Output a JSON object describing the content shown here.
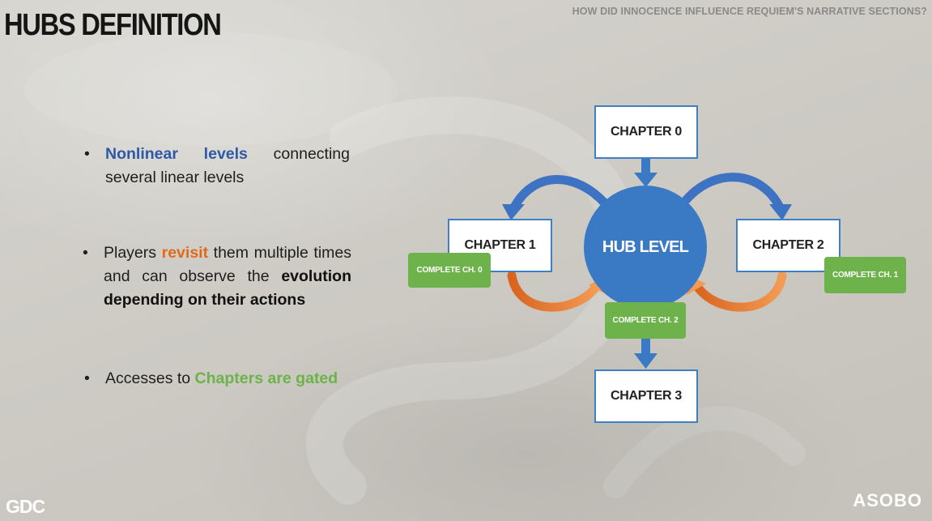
{
  "header": {
    "subtitle": "HOW DID INNOCENCE INFLUENCE REQUIEM'S NARRATIVE SECTIONS?",
    "title": "HUBS DEFINITION"
  },
  "bullets": [
    {
      "highlight": "Nonlinear levels",
      "rest": " connecting several linear levels"
    },
    {
      "pre": "Players ",
      "highlight": "revisit",
      "mid": " them multiple times and can observe the ",
      "strong": "evolution depending on their actions"
    },
    {
      "pre": "Accesses to ",
      "highlight": "Chapters are gated"
    }
  ],
  "diagram": {
    "hub": "HUB LEVEL",
    "chapters": [
      "CHAPTER 0",
      "CHAPTER 1",
      "CHAPTER 2",
      "CHAPTER 3"
    ],
    "gates": [
      "COMPLETE CH. 0",
      "COMPLETE CH. 1",
      "COMPLETE CH. 2"
    ]
  },
  "logos": {
    "left": "GDC",
    "right": "ASOBO"
  },
  "colors": {
    "blue": "#3a79c4",
    "orange": "#e06a1c",
    "green": "#6db24a",
    "box_border": "#3f7fc4"
  }
}
